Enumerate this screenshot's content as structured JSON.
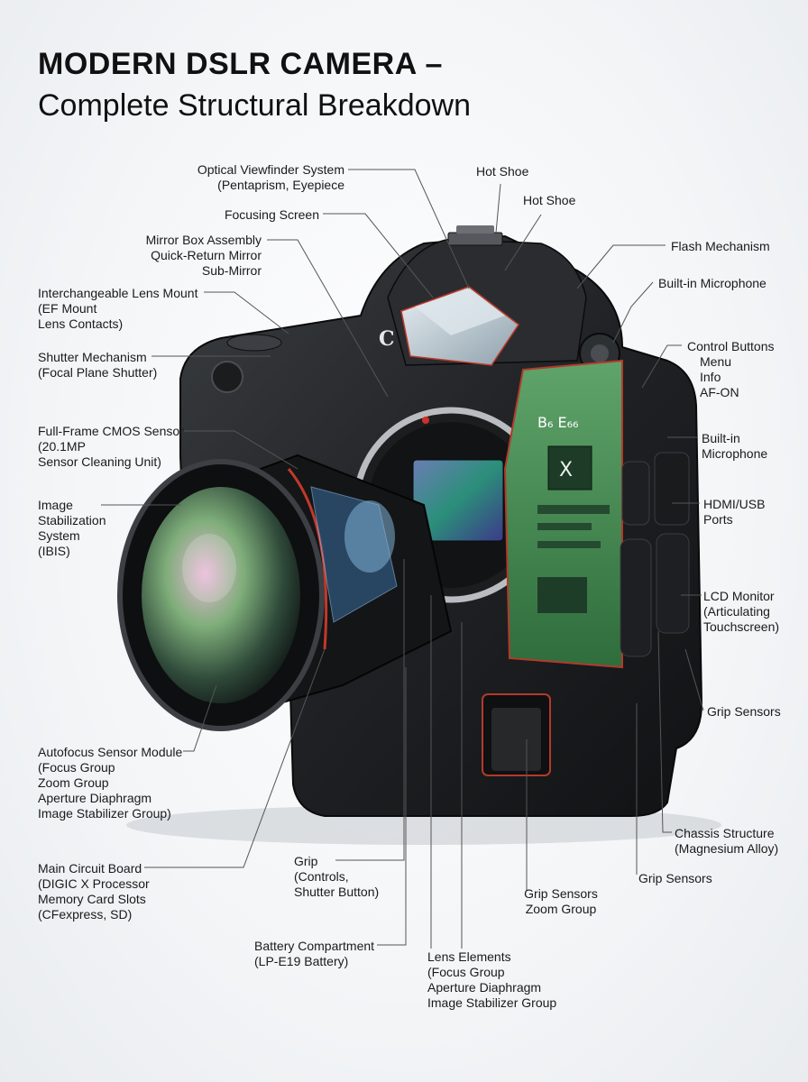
{
  "title": {
    "line1": "MODERN DSLR CAMERA –",
    "line2": "Complete Structural Breakdown"
  },
  "camera": {
    "badge": "B₆ E₆₆",
    "chip_mark": "X",
    "brand_mark": "C"
  },
  "labels": {
    "viewfinder": [
      "Optical Viewfinder System",
      "(Pentaprism, Eyepiece"
    ],
    "hot_shoe_1": [
      "Hot Shoe"
    ],
    "hot_shoe_2": [
      "Hot Shoe"
    ],
    "focusing_screen": [
      "Focusing Screen"
    ],
    "mirror_box": [
      "Mirror Box Assembly",
      "Quick-Return Mirror",
      "Sub-Mirror"
    ],
    "lens_mount": [
      "Interchangeable Lens Mount",
      "(EF Mount",
      "Lens Contacts)"
    ],
    "shutter": [
      "Shutter Mechanism",
      "(Focal Plane Shutter)"
    ],
    "sensor": [
      "Full-Frame CMOS Sensor",
      "(20.1MP",
      "Sensor Cleaning Unit)"
    ],
    "ibis": [
      "Image",
      "Stabilization",
      "System",
      "(IBIS)"
    ],
    "autofocus": [
      "Autofocus Sensor Module",
      "(Focus Group",
      "Zoom Group",
      "Aperture Diaphragm",
      "Image Stabilizer Group)"
    ],
    "circuit_board": [
      "Main Circuit Board",
      "(DIGIC X Processor",
      "Memory Card Slots",
      "(CFexpress, SD)"
    ],
    "grip": [
      "Grip",
      "(Controls,",
      "Shutter Button)"
    ],
    "battery": [
      "Battery Compartment",
      "(LP-E19 Battery)"
    ],
    "lens_elements": [
      "Lens Elements",
      "(Focus Group",
      "Aperture Diaphragm",
      "Image Stabilizer Group"
    ],
    "grip_sensors_zoom": [
      "Grip Sensors",
      "Zoom Group"
    ],
    "flash": [
      "Flash Mechanism"
    ],
    "microphone_1": [
      "Built-in Microphone"
    ],
    "control_buttons": [
      "Control Buttons",
      "Menu",
      "Info",
      "AF-ON"
    ],
    "microphone_2": [
      "Built-in",
      "Microphone"
    ],
    "ports": [
      "HDMI/USB",
      "Ports"
    ],
    "lcd": [
      "LCD Monitor",
      "(Articulating",
      "Touchscreen)"
    ],
    "grip_sensors_1": [
      "Grip Sensors"
    ],
    "chassis": [
      "Chassis Structure",
      "(Magnesium Alloy)"
    ],
    "grip_sensors_2": [
      "Grip Sensors"
    ]
  }
}
